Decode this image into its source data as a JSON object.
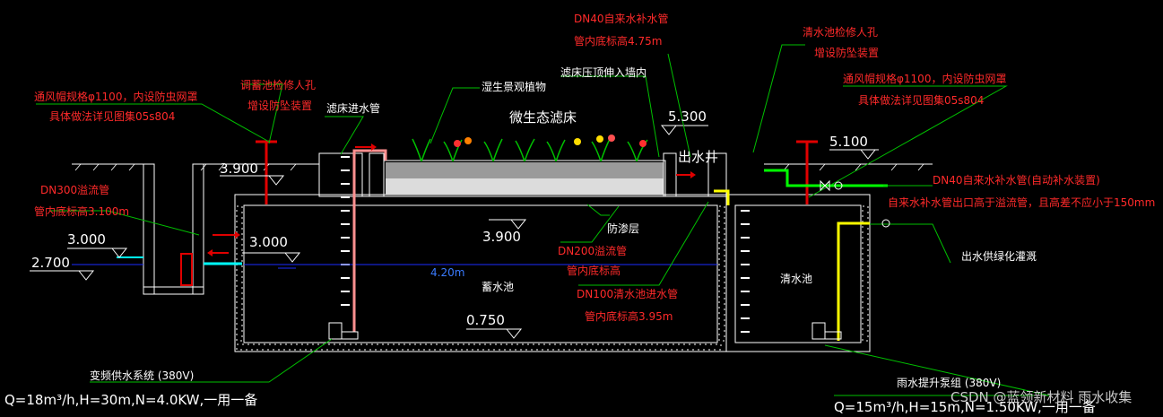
{
  "colors": {
    "background": "#000000",
    "leader": "#00c000",
    "water": "#1a2cff",
    "pipe_red": "#e00000",
    "pipe_pink": "#ff9090",
    "pipe_green": "#00ff00",
    "pipe_yellow": "#ffff00",
    "pipe_cyan": "#00ffff",
    "wall": "#ffffff",
    "text_red": "#ff2a2a",
    "text_white": "#ffffff",
    "text_blue": "#3a7bff"
  },
  "labels": {
    "dn40_refill": "DN40自来水补水管",
    "dn40_refill_elev": "管内底标高4.75m",
    "clear_tank_manhole": "清水池检修人孔",
    "clear_tank_manhole_sub": "增设防坠装置",
    "vent_left_1": "通风帽规格φ1100，内设防虫网罩",
    "vent_left_2": "具体做法详见图集05s804",
    "vent_right_1": "通风帽规格φ1100，内设防虫网罩",
    "vent_right_2": "具体做法详见图集05s804",
    "storage_manhole": "调蓄池检修人孔",
    "storage_manhole_sub": "增设防坠装置",
    "filter_inlet": "滤床进水管",
    "wetland_plants": "湿生景观植物",
    "filter_top_wall": "滤床压顶伸入墙内",
    "eco_filter": "微生态滤床",
    "outlet_well": "出水井",
    "elev_5300": "5.300",
    "elev_5100": "5.100",
    "elev_3900_left": "3.900",
    "elev_3900_mid": "3.900",
    "elev_3000_left": "3.000",
    "elev_3000_right": "3.000",
    "elev_2700": "2.700",
    "elev_0750": "0.750",
    "dn300_overflow": "DN300溢流管",
    "dn300_elev": "管内底标高3.100m",
    "dn40_auto": "DN40自来水补水管(自动补水装置)",
    "dn40_auto_note": "自来水补水管出口高于溢流管，且高差不应小于150mm",
    "seepage_layer": "防渗层",
    "dn200_overflow": "DN200溢流管",
    "dn200_elev": "管内底标高",
    "dn100_inlet": "DN100清水池进水管",
    "dn100_elev": "管内底标高3.95m",
    "water_depth": "4.20m",
    "storage_tank": "蓄水池",
    "clear_tank": "清水池",
    "outlet_green": "出水供绿化灌溉",
    "vfd_supply": "变频供水系统 (380V)",
    "vfd_spec": "Q=18m³/h,H=30m,N=4.0KW,一用一备",
    "rain_pump": "雨水提升泵组 (380V)",
    "rain_pump_spec": "Q=15m³/h,H=15m,N=1.50KW,一用一备",
    "watermark": "CSDN @蓝领新材料 雨水收集"
  }
}
